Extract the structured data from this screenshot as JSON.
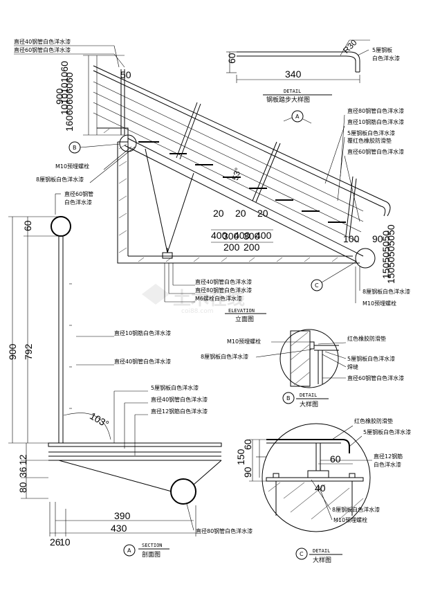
{
  "top_detail": {
    "dim_thickness": "60",
    "dim_length": "340",
    "dim_radius": "R30",
    "label_plate": "5厘钢板",
    "label_paint": "白色洋水漆",
    "title_en": "DETAIL",
    "title_cn": "钢板踏步大样图"
  },
  "elevation": {
    "left_labels": [
      "直径40钢管白色洋水漆",
      "直径60钢管白色洋水漆"
    ],
    "left_dim_total": "900",
    "left_dim_stack": "1010101060",
    "left_dim_stack2": "16060606060",
    "dim_50": "50",
    "angle": "53°",
    "dim_20a": "20",
    "dim_20b": "20",
    "dim_20c": "20",
    "dim_400a": "400",
    "dim_400b": "400",
    "dim_400c": "400",
    "dim_300a": "300",
    "dim_300b": "300",
    "dim_200a": "200",
    "dim_200b": "200",
    "dim_100": "100",
    "dim_90": "90",
    "right_dim_stack": "150505050",
    "right_dim_stack2": "15050505050",
    "marker_a": "A",
    "marker_b": "B",
    "marker_c": "C",
    "right_labels": [
      "直径80钢管白色洋水漆",
      "直径10钢筋白色洋水漆",
      "5厘钢板白色洋水漆",
      "覆红色橡胶防滑垫",
      "直径60钢管白色洋水漆"
    ],
    "label_bolt": "M10预埋螺栓",
    "label_plate8": "8厘钢板白色洋水漆",
    "bottom_labels": [
      "直径40钢管白色洋水漆",
      "直径80钢管白色洋水漆",
      "M6螺栓白色洋水漆"
    ],
    "label_plate8_right": "8厘钢板白色洋水漆",
    "label_bolt_right": "M10预埋螺栓",
    "title_en": "ELEVATION",
    "title_cn": "立面图"
  },
  "section": {
    "label_pipe60": "直径60钢管",
    "label_pipe60_paint": "白色洋水漆",
    "dim_60": "60",
    "dim_900": "900",
    "dim_792": "792",
    "labels": [
      "直径10钢筋白色洋水漆",
      "直径40钢管白色洋水漆",
      "5厘钢板白色洋水漆",
      "直径40钢管白色洋水漆",
      "直径12钢筋白色洋水漆"
    ],
    "angle": "103°",
    "dim_12": "12",
    "dim_36": "36",
    "dim_80": "80",
    "dim_390": "390",
    "dim_430": "430",
    "dim_bottom": "26",
    "dim_bottom2": "10",
    "label_pipe80": "直径80钢管白色洋水漆",
    "marker": "A",
    "title_en": "SECTION",
    "title_cn": "剖面图"
  },
  "detail_b": {
    "labels": [
      "M10预埋螺栓",
      "红色橡胶防滑垫",
      "8厘钢板白色洋水漆",
      "5厘钢板白色洋水漆",
      "焊缝",
      "直径60钢管白色洋水漆"
    ],
    "marker": "B",
    "title_en": "DETAIL",
    "title_cn": "大样图"
  },
  "detail_c": {
    "labels": [
      "红色橡胶防滑垫",
      "5厘钢板白色洋水漆",
      "直径12钢筋",
      "白色洋水漆",
      "8厘钢板白色洋水漆",
      "M10预埋螺栓"
    ],
    "dim_150": "150",
    "dim_90": "90",
    "dim_60": "60",
    "dim_60b": "60",
    "dim_40": "40",
    "marker": "C",
    "title_en": "DETAIL",
    "title_cn": "大样图"
  },
  "watermark": {
    "brand": "土木在线",
    "site": "coi88.com"
  }
}
